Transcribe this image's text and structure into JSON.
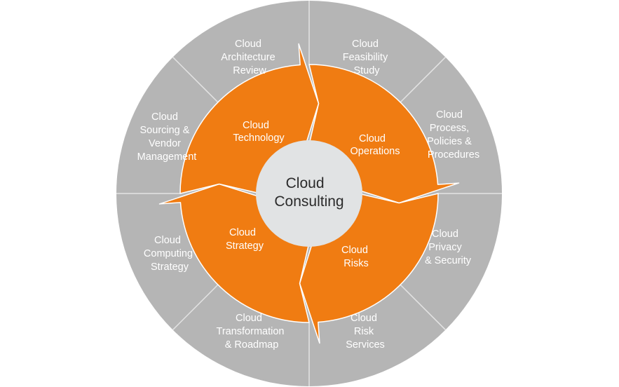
{
  "center": {
    "lines": [
      "Cloud",
      "Consulting"
    ]
  },
  "inner_segments": [
    {
      "id": "technology",
      "lines": [
        "Cloud",
        "Technology"
      ]
    },
    {
      "id": "operations",
      "lines": [
        "Cloud",
        "Operations"
      ]
    },
    {
      "id": "risks",
      "lines": [
        "Cloud",
        "Risks"
      ]
    },
    {
      "id": "strategy",
      "lines": [
        "Cloud",
        "Strategy"
      ]
    }
  ],
  "outer_segments": [
    {
      "id": "architecture-review",
      "lines": [
        "Cloud",
        "Architecture",
        "Review"
      ]
    },
    {
      "id": "feasibility-study",
      "lines": [
        "Cloud",
        "Feasibility",
        "Study"
      ]
    },
    {
      "id": "process-policies",
      "lines": [
        "Cloud",
        "Process,",
        "Policies &",
        "Procedures"
      ]
    },
    {
      "id": "privacy-security",
      "lines": [
        "Cloud",
        "Privacy",
        "& Security"
      ]
    },
    {
      "id": "risk-services",
      "lines": [
        "Cloud",
        "Risk",
        "Services"
      ]
    },
    {
      "id": "transformation-roadmap",
      "lines": [
        "Cloud",
        "Transformation",
        "& Roadmap"
      ]
    },
    {
      "id": "computing-strategy",
      "lines": [
        "Cloud",
        "Computing",
        "Strategy"
      ]
    },
    {
      "id": "sourcing-vendor",
      "lines": [
        "Cloud",
        "Sourcing &",
        "Vendor",
        "Management"
      ]
    }
  ],
  "colors": {
    "outer_ring": "#b5b5b5",
    "divider": "#e4e4e4",
    "orange": "#f07c12",
    "center": "#e1e3e4",
    "center_text": "#2b2b2b",
    "label_text": "#ffffff"
  }
}
